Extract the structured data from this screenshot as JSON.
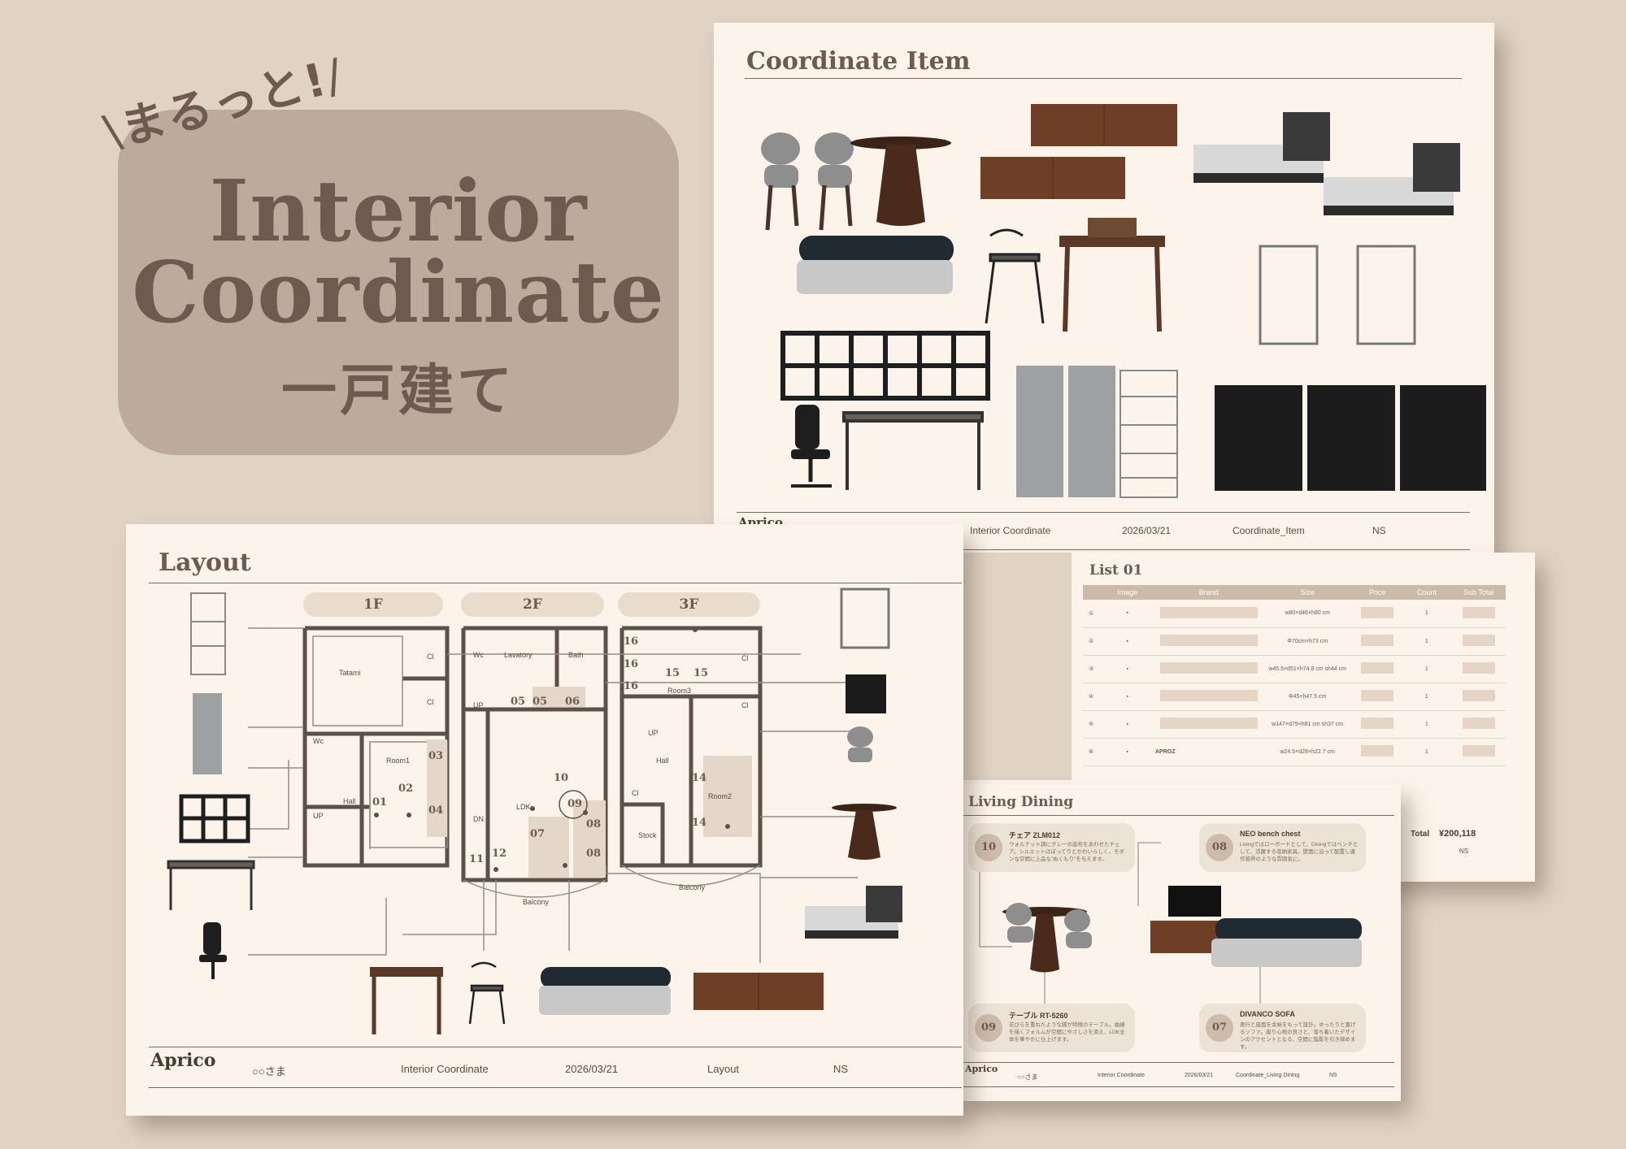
{
  "hero": {
    "catch": "まるっと!",
    "title_line1": "Interior",
    "title_line2": "Coordinate",
    "subtitle": "一戸建て"
  },
  "coordinate_item": {
    "title": "Coordinate Item",
    "footer": {
      "logo": "Aprico",
      "project": "Interior Coordinate",
      "date": "2026/03/21",
      "page": "Coordinate_Item",
      "initials": "NS"
    }
  },
  "list": {
    "title": "List 01",
    "columns": [
      "",
      "Image",
      "Brand",
      "Size",
      "Price",
      "Count",
      "Sub Total"
    ],
    "rows": [
      {
        "no": "①",
        "size": "w80×d46×h80 cm",
        "count": "1"
      },
      {
        "no": "②",
        "size": "Φ70cm×h73 cm",
        "count": "1"
      },
      {
        "no": "③",
        "size": "w45.5×d51×h74.8 cm\nsh44 cm",
        "count": "1"
      },
      {
        "no": "④",
        "size": "Φ45×h47.5 cm",
        "count": "1"
      },
      {
        "no": "⑤",
        "size": "w147×d79×h81 cm\nsh37 cm",
        "count": "1"
      },
      {
        "no": "⑥",
        "brand": "APROZ",
        "size": "w24.5×d28×h22.7 cm",
        "count": "1"
      }
    ],
    "total_label": "Total",
    "total": "¥200,118",
    "footer_initials": "NS"
  },
  "living": {
    "title": "Living Dining",
    "notes": [
      {
        "num": "10",
        "title": "チェア ZLM012",
        "desc": "ウォルナット調にグレーの座布をあわせたチェア。シルエットはぽってりとかわいらしく、モダンな空間に上品な”ぬくもり”を与えます。"
      },
      {
        "num": "08",
        "title": "NEO bench chest",
        "desc": "Livingではローボードとして、Diningではベンチとして、活躍する収納家具。壁面に沿って配置し連作感界のような雰囲気に。"
      },
      {
        "num": "09",
        "title": "テーブル RT-5260",
        "desc": "花びらを重ねたような脚が特徴のテーブル。曲線を描くフォルムが空間にやさしさを添え、LDK全体を華やかに仕上げます。"
      },
      {
        "num": "07",
        "title": "DIVANCO SOFA",
        "desc": "奥行と座面を余裕をもって設計。ゆったりと寛げるソファ。座り心地の良さと、落ち着いたデザインのアクセントとなる、空間に陰影を引き締めます。"
      }
    ],
    "footer": {
      "logo": "Aprico",
      "client": "○○さま",
      "project": "Interior Coordinate",
      "date": "2026/03/21",
      "page": "Coordinate_Living Dining",
      "initials": "NS"
    }
  },
  "layout": {
    "title": "Layout",
    "floors": [
      "1F",
      "2F",
      "3F"
    ],
    "rooms": {
      "tatami": "Tatami",
      "cl": "Cl",
      "wc": "Wc",
      "room1": "Room1",
      "hall": "Hall",
      "up": "UP",
      "lavatory": "Lavatory",
      "bath": "Bath",
      "dn": "DN",
      "ldk": "LDK",
      "balcony": "Balcony",
      "room3": "Room3",
      "room2": "Room2",
      "stock": "Stock"
    },
    "numbers": [
      "01",
      "02",
      "03",
      "04",
      "05",
      "05",
      "06",
      "07",
      "08",
      "08",
      "09",
      "10",
      "11",
      "12",
      "14",
      "14",
      "15",
      "15",
      "16",
      "16",
      "16"
    ],
    "footer": {
      "logo": "Aprico",
      "client": "○○さま",
      "project": "Interior Coordinate",
      "date": "2026/03/21",
      "page": "Layout",
      "initials": "NS"
    }
  },
  "colors": {
    "background": "#e1d3c4",
    "badge": "#bcaa9c",
    "accent_text": "#6e5a4f",
    "sheet": "#fcf4ea"
  }
}
